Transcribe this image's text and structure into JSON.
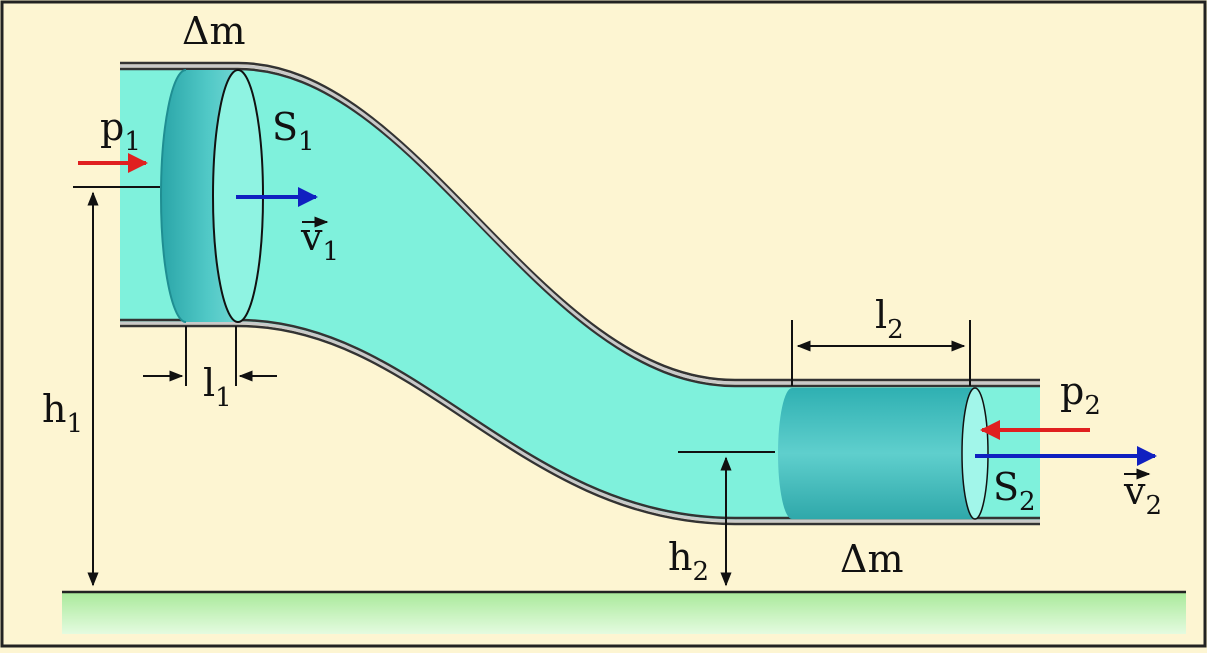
{
  "colors": {
    "background": "#fdf5d2",
    "frame": "#222222",
    "fluid": "#7ff1dc",
    "cylinder": "#4fc7c4",
    "cylinder_dark": "#2aa5a8",
    "ground": "#bdf0a8",
    "pressure_arrow": "#e02020",
    "velocity_arrow": "#1020c0"
  },
  "labels": {
    "dm_top": "Δm",
    "dm_bottom": "Δm",
    "p1": {
      "main": "p",
      "sub": "1"
    },
    "p2": {
      "main": "p",
      "sub": "2"
    },
    "s1": {
      "main": "S",
      "sub": "1"
    },
    "s2": {
      "main": "S",
      "sub": "2"
    },
    "v1": {
      "main": "v",
      "sub": "1"
    },
    "v2": {
      "main": "v",
      "sub": "2"
    },
    "l1": {
      "main": "l",
      "sub": "1"
    },
    "l2": {
      "main": "l",
      "sub": "2"
    },
    "h1": {
      "main": "h",
      "sub": "1"
    },
    "h2": {
      "main": "h",
      "sub": "2"
    }
  }
}
